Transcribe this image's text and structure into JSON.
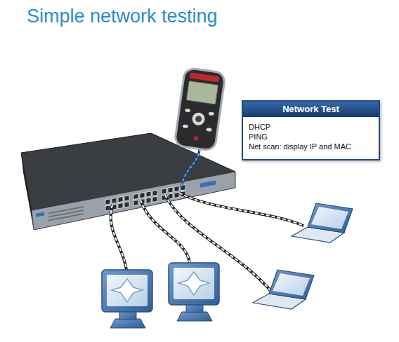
{
  "diagram": {
    "title": "Simple network testing",
    "nodes": [
      {
        "text": [
          "Network Test",
          "DHCP",
          "PING",
          "Net scan: display IP and MAC"
        ]
      }
    ]
  }
}
